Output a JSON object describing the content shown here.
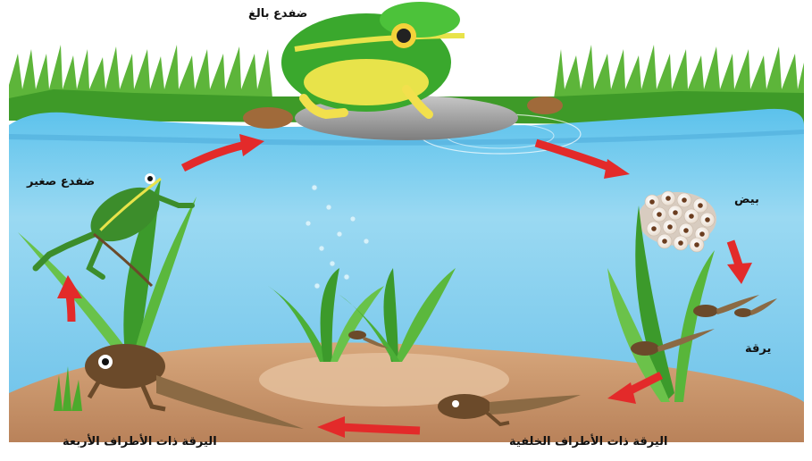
{
  "labels": {
    "adult_frog": "ضفدع بالغ",
    "eggs": "بيض",
    "tadpole": "يرقة",
    "hind_legs_tadpole": "اليرقة ذات الأطراف الخلفية",
    "four_legs_tadpole": "اليرقة ذات الأطراف الأربعة",
    "young_frog": "ضفدع صغير"
  },
  "colors": {
    "water": "#8fd3f0",
    "water_deep": "#5fb8e3",
    "ground": "#c9936a",
    "grass": "#4caa2c",
    "arrow": "#e32a2a",
    "frog_green": "#3aa82d",
    "frog_yellow": "#e8e34a",
    "tadpole": "#6b4a2a",
    "stone": "#9a9a9a"
  }
}
